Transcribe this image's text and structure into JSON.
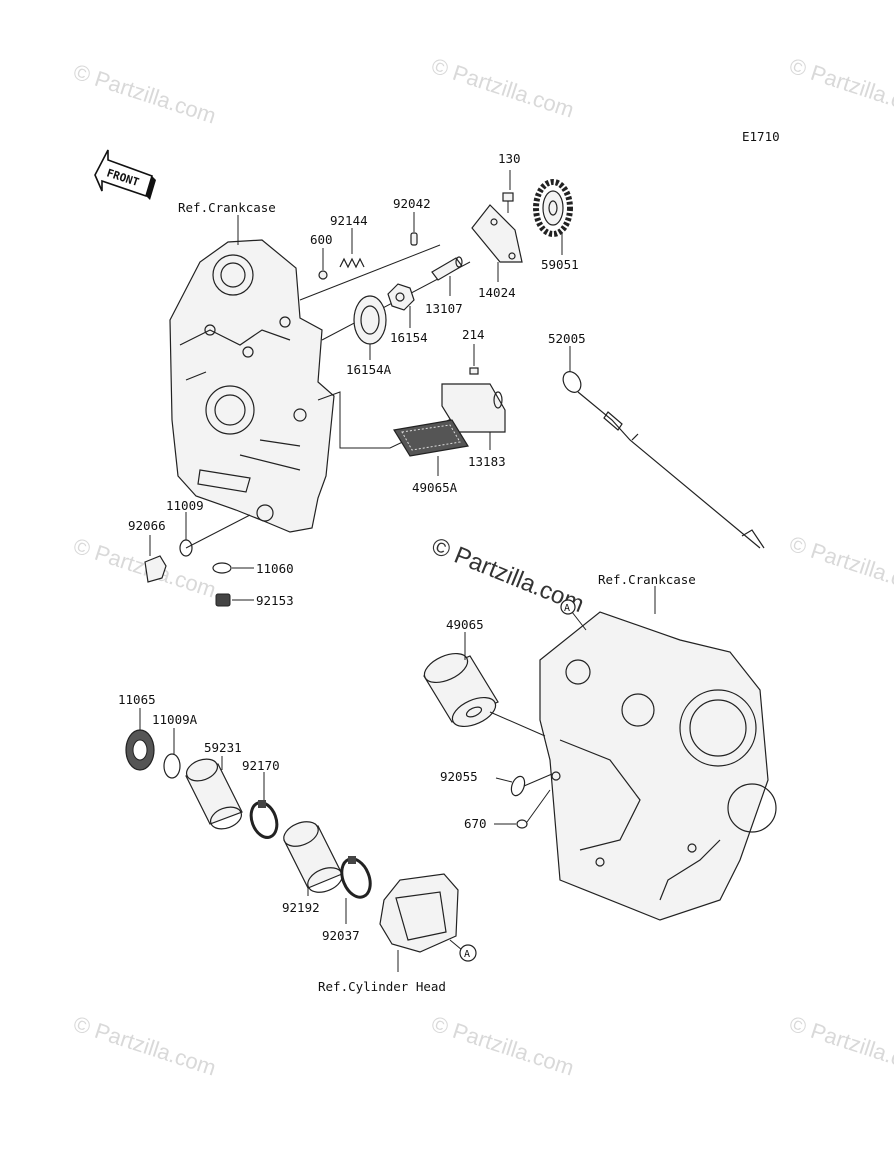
{
  "diagram_code": "E1710",
  "front_label": "FRONT",
  "watermark": "© Partzilla.com",
  "center_watermark": "© Partzilla.com",
  "callout_letter": "A",
  "refs": {
    "crankcase_left": "Ref.Crankcase",
    "crankcase_right": "Ref.Crankcase",
    "cylinder_head": "Ref.Cylinder Head"
  },
  "parts": {
    "p130": "130",
    "p92042": "92042",
    "p92144": "92144",
    "p600": "600",
    "p59051": "59051",
    "p14024": "14024",
    "p13107": "13107",
    "p16154": "16154",
    "p16154A": "16154A",
    "p214": "214",
    "p52005": "52005",
    "p13183": "13183",
    "p49065A": "49065A",
    "p11009": "11009",
    "p92066": "92066",
    "p11060": "11060",
    "p92153": "92153",
    "p49065": "49065",
    "p11065": "11065",
    "p11009A": "11009A",
    "p59231": "59231",
    "p92170": "92170",
    "p92055": "92055",
    "p670": "670",
    "p92192": "92192",
    "p92037": "92037"
  }
}
